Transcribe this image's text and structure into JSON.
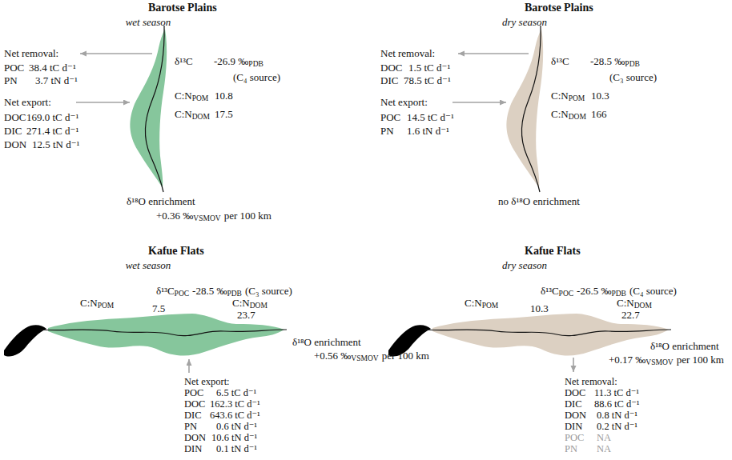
{
  "diagram": {
    "labels": [
      "Barotse Plains",
      "wet season",
      "Net removal:",
      "POC",
      "38.4 tC d⁻¹",
      "PN",
      "3.7 tN d⁻¹",
      "Net export:",
      "DOC",
      "169.0 tC d⁻¹",
      "DIC",
      "271.4 tC d⁻¹",
      "DON",
      "12.5 tN d⁻¹",
      "δ¹³C",
      "-26.9 ‰",
      "PDB",
      "(C₄ source)",
      "C:N",
      "POM",
      "10.8",
      "C:N",
      "DOM",
      "17.5",
      "δ¹⁸O enrichment",
      "+0.36 ‰",
      "VSMOV",
      "per 100 km",
      "Barotse Plains",
      "dry season",
      "Net removal:",
      "DOC",
      "1.5 tC d⁻¹",
      "DIC",
      "78.5 tC d⁻¹",
      "Net export:",
      "POC",
      "14.5 tC d⁻¹",
      "PN",
      "1.6 tN d⁻¹",
      "δ¹³C",
      "-28.5 ‰",
      "PDB",
      "(C₃ source)",
      "C:N",
      "POM",
      "10.3",
      "C:N",
      "DOM",
      "166",
      "no δ¹⁸O enrichment",
      "Kafue Flats",
      "wet season",
      "δ¹³C",
      "POC",
      "-28.5 ‰",
      "PDB",
      "(C₃ source)",
      "C:N",
      "POM",
      "7.5",
      "C:N",
      "DOM",
      "23.7",
      "δ¹⁸O enrichment",
      "+0.56 ‰",
      "VSMOV",
      "per 100 km",
      "Net export:",
      "POC",
      "6.5 tC d⁻¹",
      "DOC",
      "162.3 tC d⁻¹",
      "DIC",
      "643.6 tC d⁻¹",
      "PN",
      "0.6 tN d⁻¹",
      "DON",
      "10.6 tN d⁻¹",
      "DIN",
      "0.1 tN d⁻¹",
      "Kafue Flats",
      "dry season",
      "δ¹³C",
      "POC",
      "-26.5 ‰",
      "PDB",
      "(C₄ source)",
      "C:N",
      "POM",
      "10.3",
      "C:N",
      "DOM",
      "22.7",
      "δ¹⁸O enrichment",
      "+0.17 ‰",
      "VSMOV",
      "per 100 km",
      "Net removal:",
      "DOC",
      "11.3 tC d⁻¹",
      "DIC",
      "88.6 tC d⁻¹",
      "DON",
      "0.8 tN d⁻¹",
      "DIN",
      "0.2 tN d⁻¹",
      "POC",
      "NA",
      "PN",
      "NA"
    ]
  }
}
